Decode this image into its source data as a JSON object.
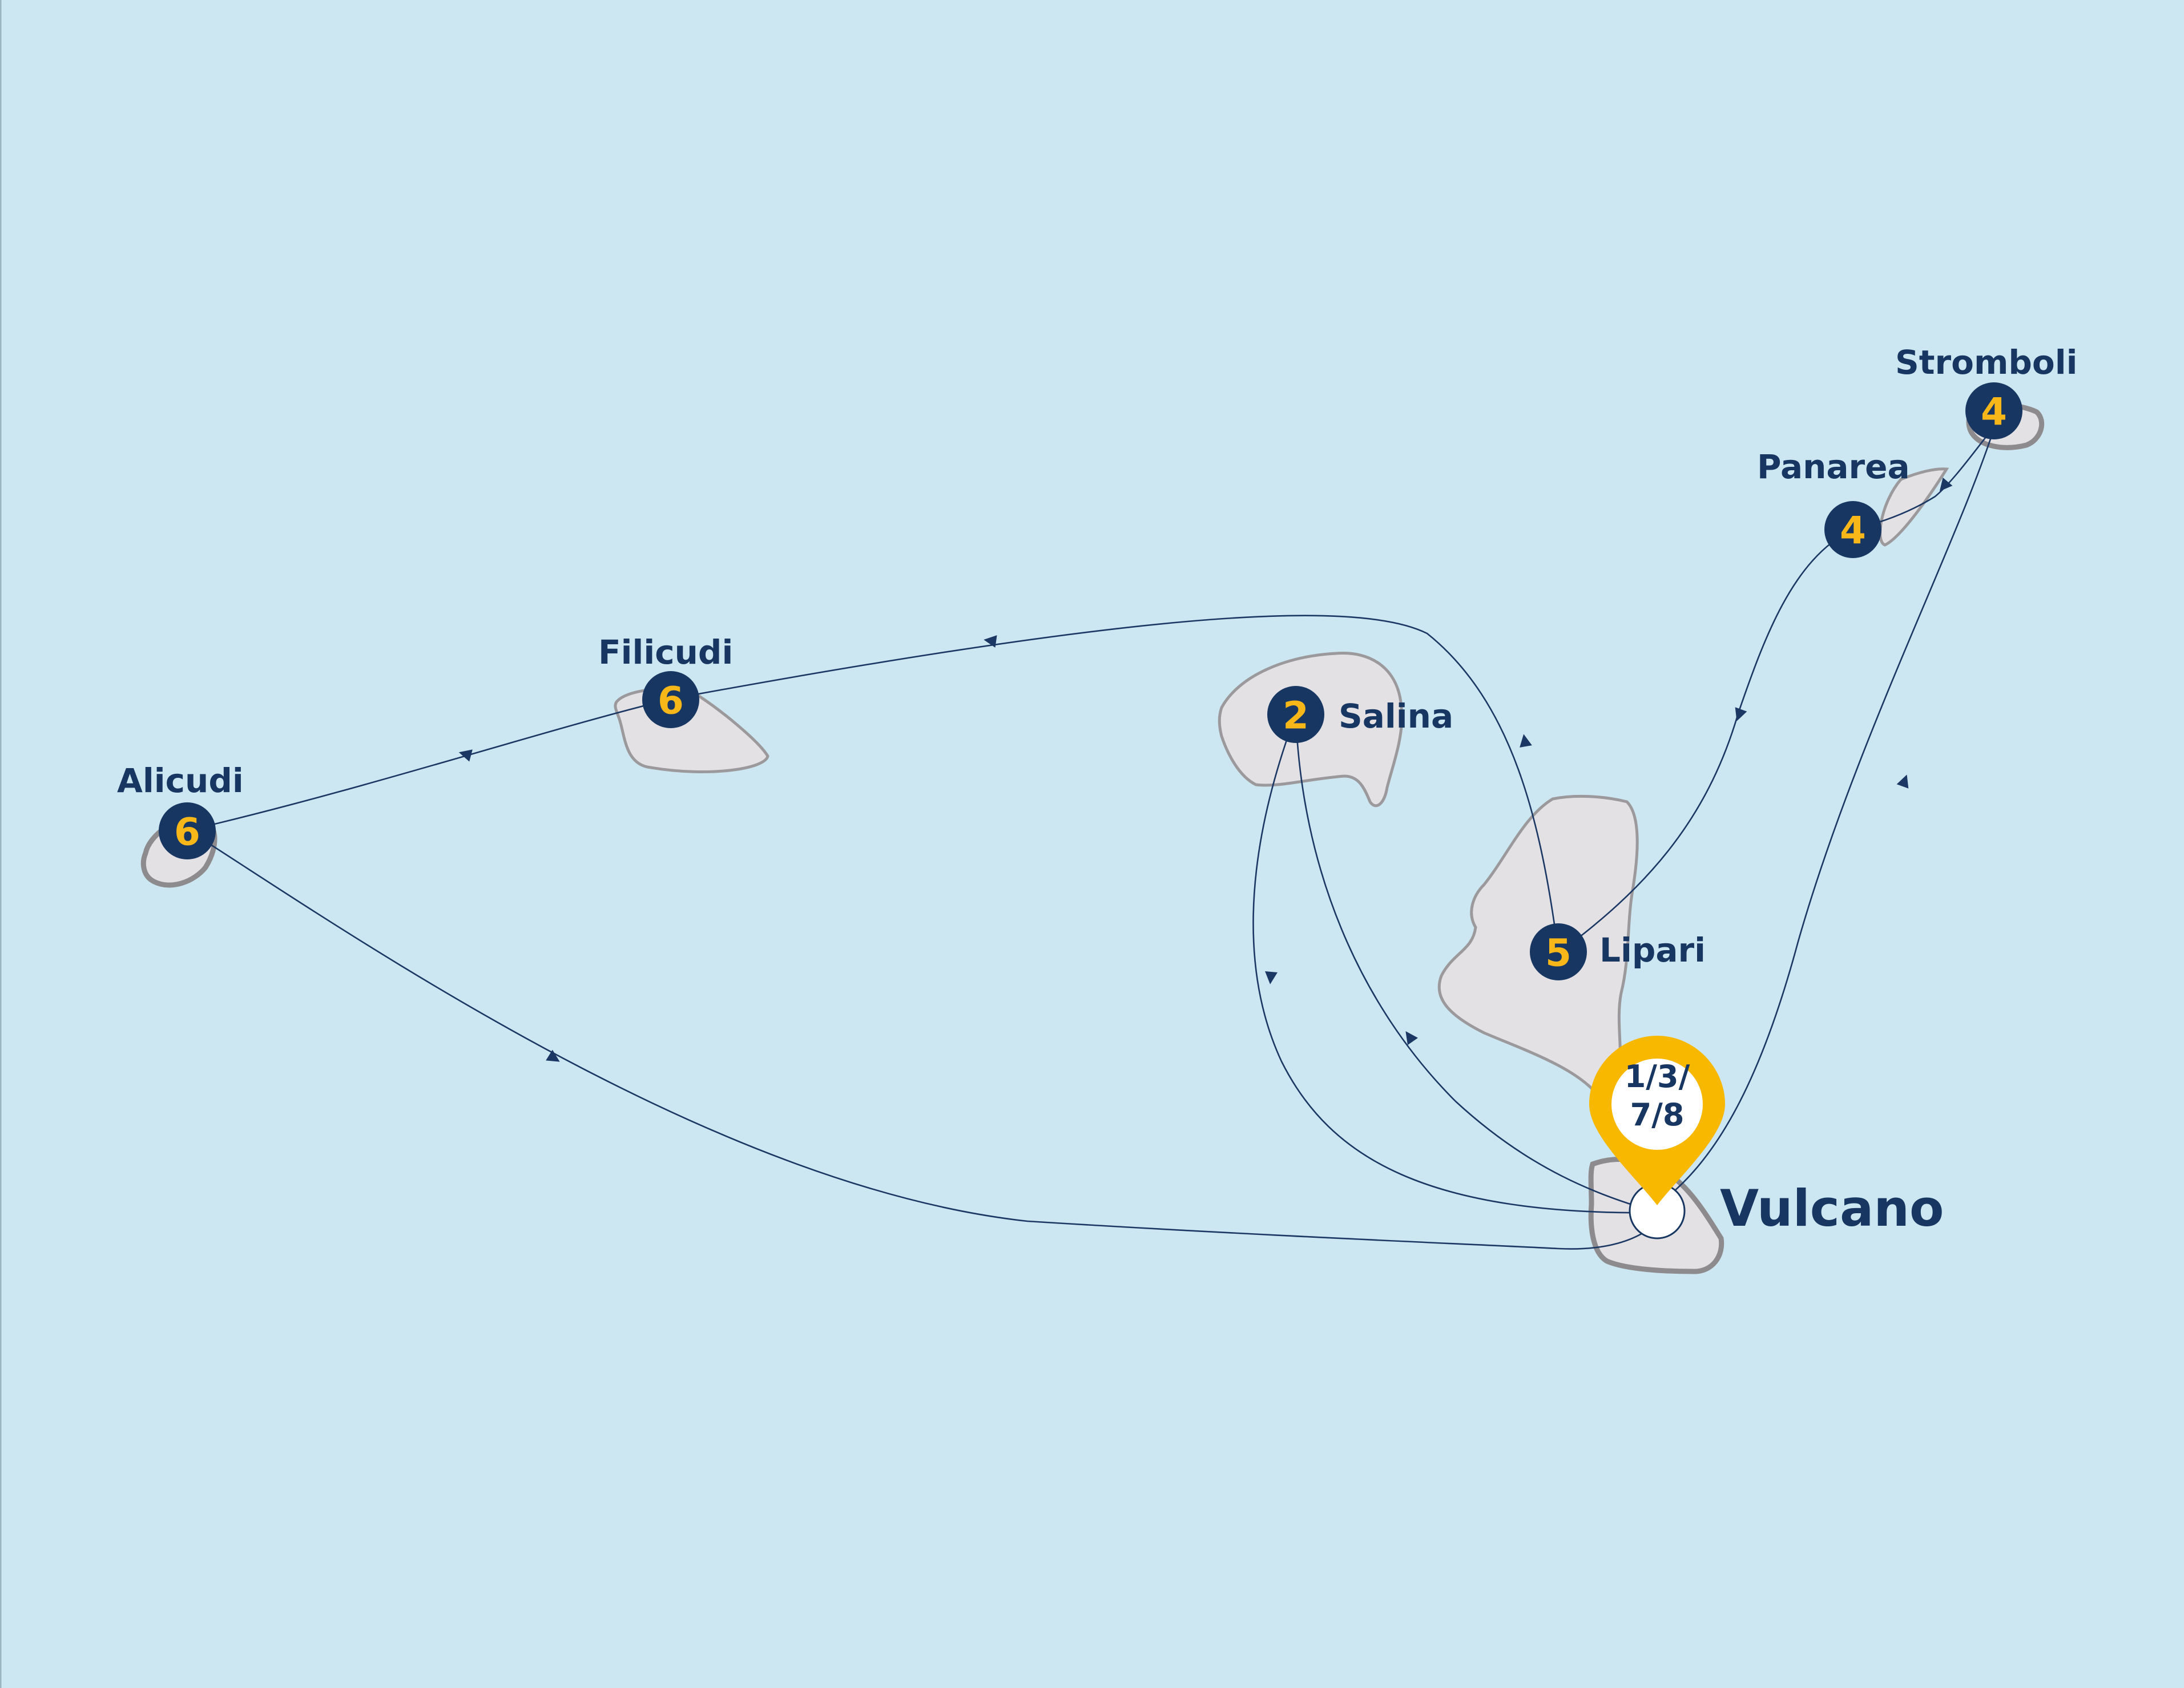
{
  "islands": {
    "stromboli": {
      "name": "Stromboli",
      "day": "4"
    },
    "panarea": {
      "name": "Panarea",
      "day": "4"
    },
    "filicudi": {
      "name": "Filicudi",
      "day": "6"
    },
    "alicudi": {
      "name": "Alicudi",
      "day": "6"
    },
    "salina": {
      "name": "Salina",
      "day": "2"
    },
    "lipari": {
      "name": "Lipari",
      "day": "5"
    },
    "vulcano": {
      "name": "Vulcano"
    }
  },
  "start_pin": {
    "line1": "1/3/",
    "line2": "7/8"
  },
  "colors": {
    "sea": "#cce7f1",
    "land": "#e3e1e4",
    "marker": "#173762",
    "marker_number": "#f7b719",
    "pin": "#f8b800",
    "route": "#1b3763"
  }
}
